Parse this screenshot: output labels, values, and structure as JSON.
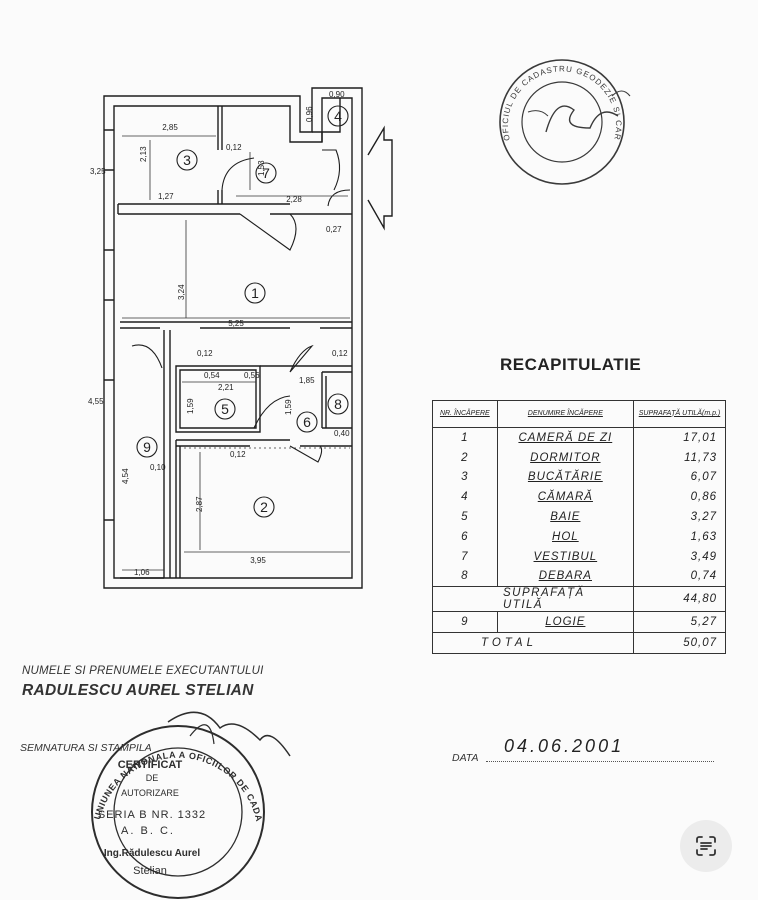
{
  "plan": {
    "rooms": [
      {
        "id": "1",
        "label": "1"
      },
      {
        "id": "2",
        "label": "2"
      },
      {
        "id": "3",
        "label": "3"
      },
      {
        "id": "4",
        "label": "4"
      },
      {
        "id": "5",
        "label": "5"
      },
      {
        "id": "6",
        "label": "6"
      },
      {
        "id": "7",
        "label": "7"
      },
      {
        "id": "8",
        "label": "8"
      },
      {
        "id": "9",
        "label": "9"
      }
    ],
    "dimensions": {
      "room3_width": "2,85",
      "room3_height": "2,13",
      "room3_inner": "1,27",
      "room3_side": "3,25",
      "wall_012_a": "0,12",
      "room7_height": "1,53",
      "room7_width": "2,28",
      "room4_top": "0,90",
      "room4_side": "0,96",
      "wall_027": "0,27",
      "room1_width": "5,25",
      "room1_height": "3,24",
      "wall_012_b": "0,12",
      "wall_012_c": "0,12",
      "room5_width": "2,21",
      "room5_a": "0,54",
      "room5_b": "0,56",
      "room5_height": "1,59",
      "room6_height": "1,59",
      "room8_width": "1,85",
      "wall_040": "0,40",
      "wall_012_d": "0,12",
      "left_total": "4,55",
      "room9_height": "4,54",
      "wall_010": "0,10",
      "room9_width": "1,06",
      "room2_height": "2,87",
      "room2_width": "3,95"
    }
  },
  "recap": {
    "title": "RECAPITULATIE",
    "headers": {
      "nr": "NR. ÎNCĂPERE",
      "name": "DENUMIRE ÎNCĂPERE",
      "area": "SUPRAFAȚĂ UTILĂ(m.p.)"
    },
    "rows": [
      {
        "nr": "1",
        "name": "CAMERĂ DE ZI",
        "area": "17,01"
      },
      {
        "nr": "2",
        "name": "DORMITOR",
        "area": "11,73"
      },
      {
        "nr": "3",
        "name": "BUCĂTĂRIE",
        "area": "6,07"
      },
      {
        "nr": "4",
        "name": "CĂMARĂ",
        "area": "0,86"
      },
      {
        "nr": "5",
        "name": "BAIE",
        "area": "3,27"
      },
      {
        "nr": "6",
        "name": "HOL",
        "area": "1,63"
      },
      {
        "nr": "7",
        "name": "VESTIBUL",
        "area": "3,49"
      },
      {
        "nr": "8",
        "name": "DEBARA",
        "area": "0,74"
      }
    ],
    "subtotal": {
      "label": "SUPRAFAȚĂ UTILĂ",
      "area": "44,80"
    },
    "extra": {
      "nr": "9",
      "name": "LOGIE",
      "area": "5,27"
    },
    "total": {
      "label": "TOTAL",
      "area": "50,07"
    }
  },
  "executant": {
    "label": "NUMELE SI PRENUMELE EXECUTANTULUI",
    "name": "RADULESCU AUREL STELIAN",
    "signature_label": "SEMNATURA SI STAMPILA"
  },
  "date": {
    "label": "DATA",
    "value": "04.06.2001"
  },
  "stamps": {
    "top_right": "OFICIUL DE CADASTRU GEODEZIE SI CARTOGRAFIE AL MUNICIPIULUI BUCURESTI",
    "bottom_left_ring": "UNIUNEA NATIONALA A OFICIILOR DE CADASTRU GEODEZIE SI CARTOGRAFIE",
    "bottom_left_lines": [
      "CERTIFICAT",
      "DE",
      "AUTORIZARE",
      "SERIA B NR. 1332",
      "A. B. C.",
      "Ing.Rădulescu Aurel",
      "Stelian"
    ]
  },
  "icons": {
    "scan": "scan-text-icon"
  }
}
